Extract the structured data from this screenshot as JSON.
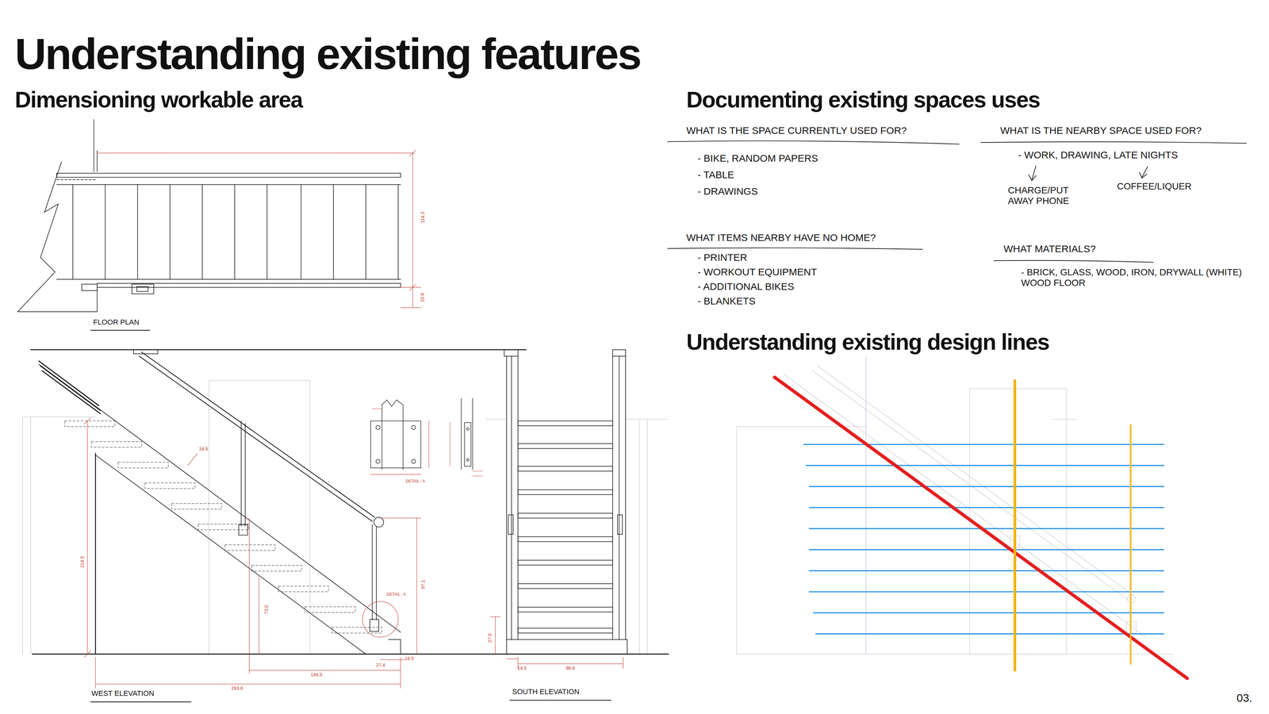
{
  "diagram": {
    "title": "Understanding existing features",
    "labels": [
      "Dimensioning workable area",
      "Documenting existing spaces uses",
      "Understanding existing design lines",
      "WHAT IS THE SPACE CURRENTLY USED FOR?",
      "- BIKE, RANDOM PAPERS",
      "- TABLE",
      "- DRAWINGS",
      "WHAT IS THE NEARBY SPACE USED FOR?",
      "- WORK, DRAWING, LATE NIGHTS",
      "CHARGE/PUT AWAY PHONE",
      "COFFEE/LIQUER",
      "WHAT ITEMS NEARBY HAVE NO HOME?",
      "- PRINTER",
      "- WORKOUT EQUIPMENT",
      "- ADDITIONAL BIKES",
      "- BLANKETS",
      "WHAT MATERIALS?",
      "- BRICK, GLASS, WOOD, IRON, DRYWALL (WHITE) WOOD FLOOR",
      "FLOOR PLAN",
      "WEST ELEVATION",
      "SOUTH ELEVATION",
      "DETAIL : A",
      "DETAIL : A",
      "114.3",
      "10.8",
      "214.5",
      "263.8",
      "149.5",
      "97.1",
      "73.0",
      "18.5",
      "16.5",
      "27.4",
      "96.8",
      "14.5",
      "27.0",
      "03."
    ]
  }
}
